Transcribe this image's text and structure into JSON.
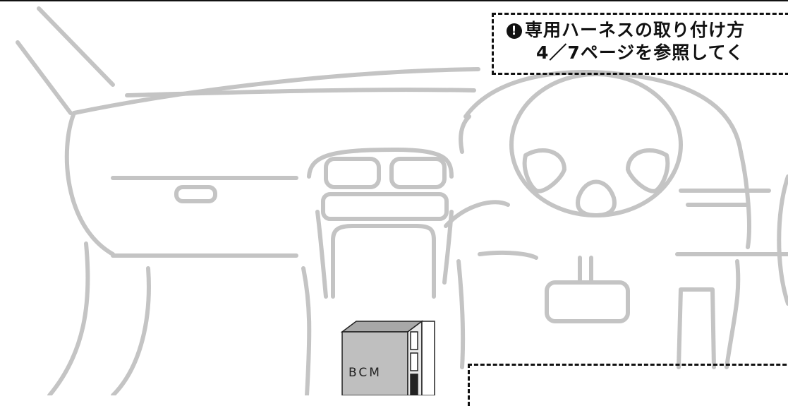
{
  "notice": {
    "icon": "exclamation-circle-icon",
    "line1": "専用ハーネスの取り付け方",
    "line2": "4／7ページを参照してく"
  },
  "module": {
    "label": "BCM"
  },
  "colors": {
    "outline": "#c4c4c4",
    "text": "#111111",
    "module_face": "#bfbfbf",
    "module_top": "#a8a8a8"
  }
}
